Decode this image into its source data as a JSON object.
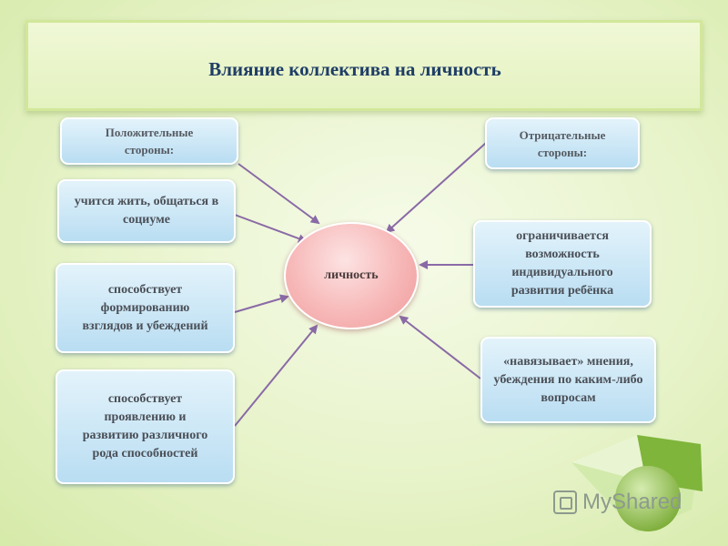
{
  "title": "Влияние коллектива на личность",
  "center": "личность",
  "left": {
    "header": "Положительные стороны:",
    "items": [
      "учится жить, общаться в социуме",
      "способствует формированию взглядов и убеждений",
      "способствует проявлению и развитию различного рода способностей"
    ]
  },
  "right": {
    "header": "Отрицательные стороны:",
    "items": [
      "ограничивается возможность индивидуального развития ребёнка",
      "«навязывает» мнения, убеждения по каким-либо вопросам"
    ]
  },
  "watermark": "MyShared",
  "colors": {
    "background": "#e7f3c9",
    "box": "#c6e4f5",
    "center": "#f7b8b8",
    "arrow": "#8a6aa6",
    "title": "#1f3e66"
  }
}
